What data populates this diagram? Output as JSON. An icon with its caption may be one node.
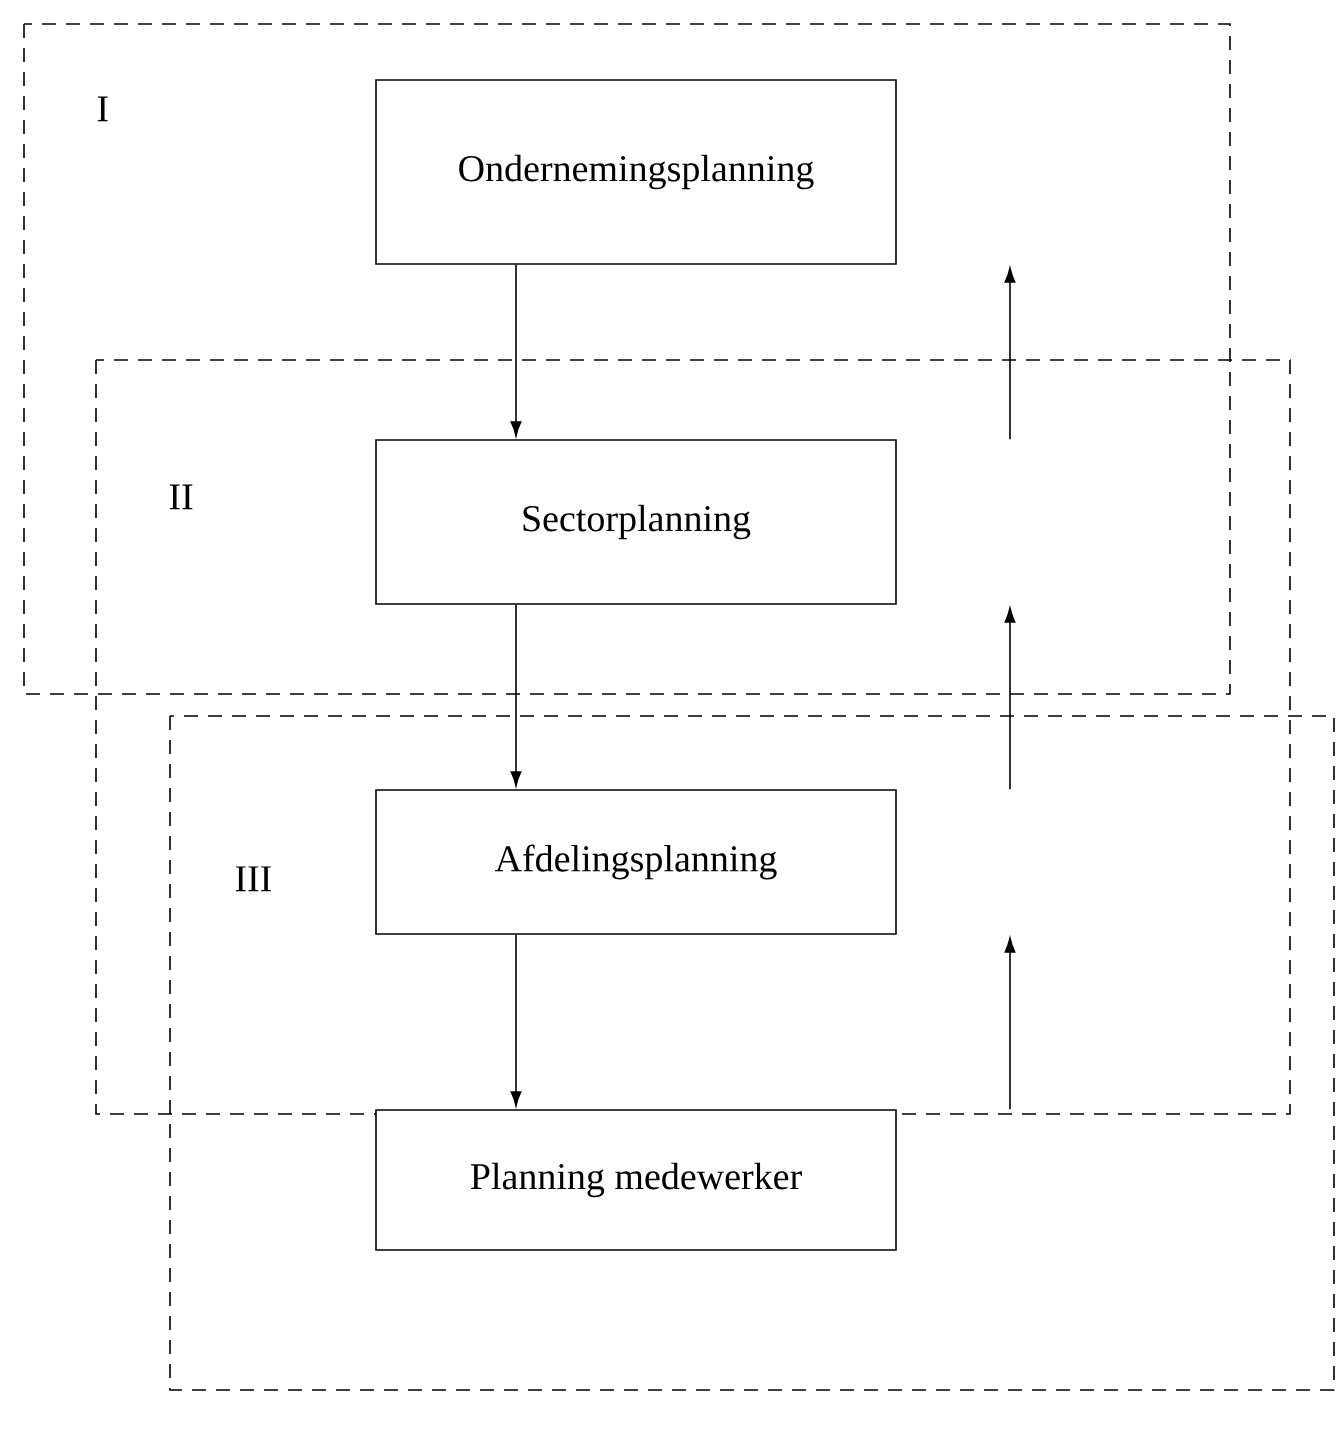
{
  "diagram": {
    "nodes": [
      {
        "text": [
          "Ondernemingsplanning"
        ]
      },
      {
        "text": [
          "Sectorplanning"
        ]
      },
      {
        "text": [
          "Afdelingsplanning"
        ]
      },
      {
        "text": [
          "Planning medewerker"
        ]
      }
    ],
    "edges": [
      {
        "from": 0,
        "to": 1,
        "arrow": "to"
      },
      {
        "from": 1,
        "to": 0,
        "arrow": "to"
      },
      {
        "from": 1,
        "to": 2,
        "arrow": "to"
      },
      {
        "from": 2,
        "to": 1,
        "arrow": "to"
      },
      {
        "from": 2,
        "to": 3,
        "arrow": "to"
      },
      {
        "from": 3,
        "to": 2,
        "arrow": "to"
      }
    ],
    "labels": [
      "I",
      "II",
      "III"
    ]
  }
}
